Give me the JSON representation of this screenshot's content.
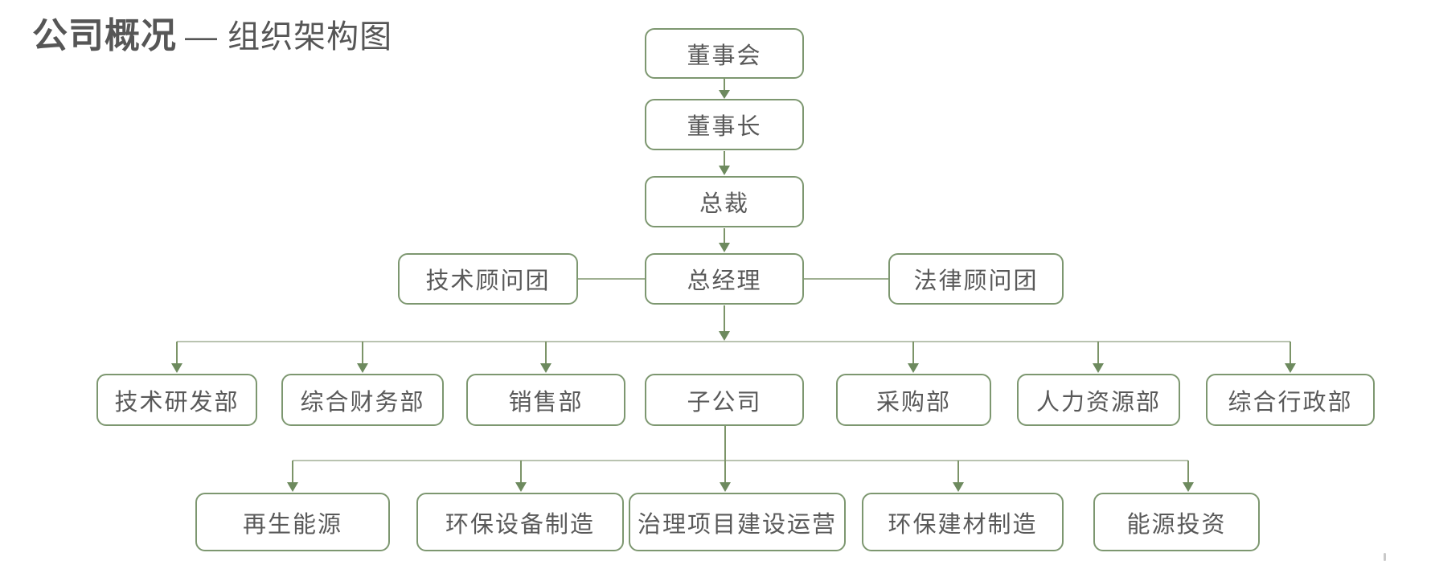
{
  "title": {
    "main": "公司概况",
    "rest": "— 组织架构图"
  },
  "colors": {
    "box_border": "#7d9770",
    "box_text": "#595959",
    "connector": "#7c9468",
    "connector_light": "#b9c3b0",
    "advisor_line": "#9fb092",
    "arrowhead": "#6d8a5e",
    "title_text": "#565656",
    "scrollbar": "#c9c9c9"
  },
  "org_chart": {
    "chain": [
      {
        "label": "董事会"
      },
      {
        "label": "董事长"
      },
      {
        "label": "总裁"
      },
      {
        "label": "总经理"
      }
    ],
    "advisors": [
      {
        "label": "技术顾问团"
      },
      {
        "label": "法律顾问团"
      }
    ],
    "departments": [
      {
        "label": "技术研发部"
      },
      {
        "label": "综合财务部"
      },
      {
        "label": "销售部"
      },
      {
        "label": "子公司"
      },
      {
        "label": "采购部"
      },
      {
        "label": "人力资源部"
      },
      {
        "label": "综合行政部"
      }
    ],
    "subsidiaries": [
      {
        "label": "再生能源"
      },
      {
        "label": "环保设备制造"
      },
      {
        "label": "治理项目建设运营"
      },
      {
        "label": "环保建材制造"
      },
      {
        "label": "能源投资"
      }
    ]
  }
}
